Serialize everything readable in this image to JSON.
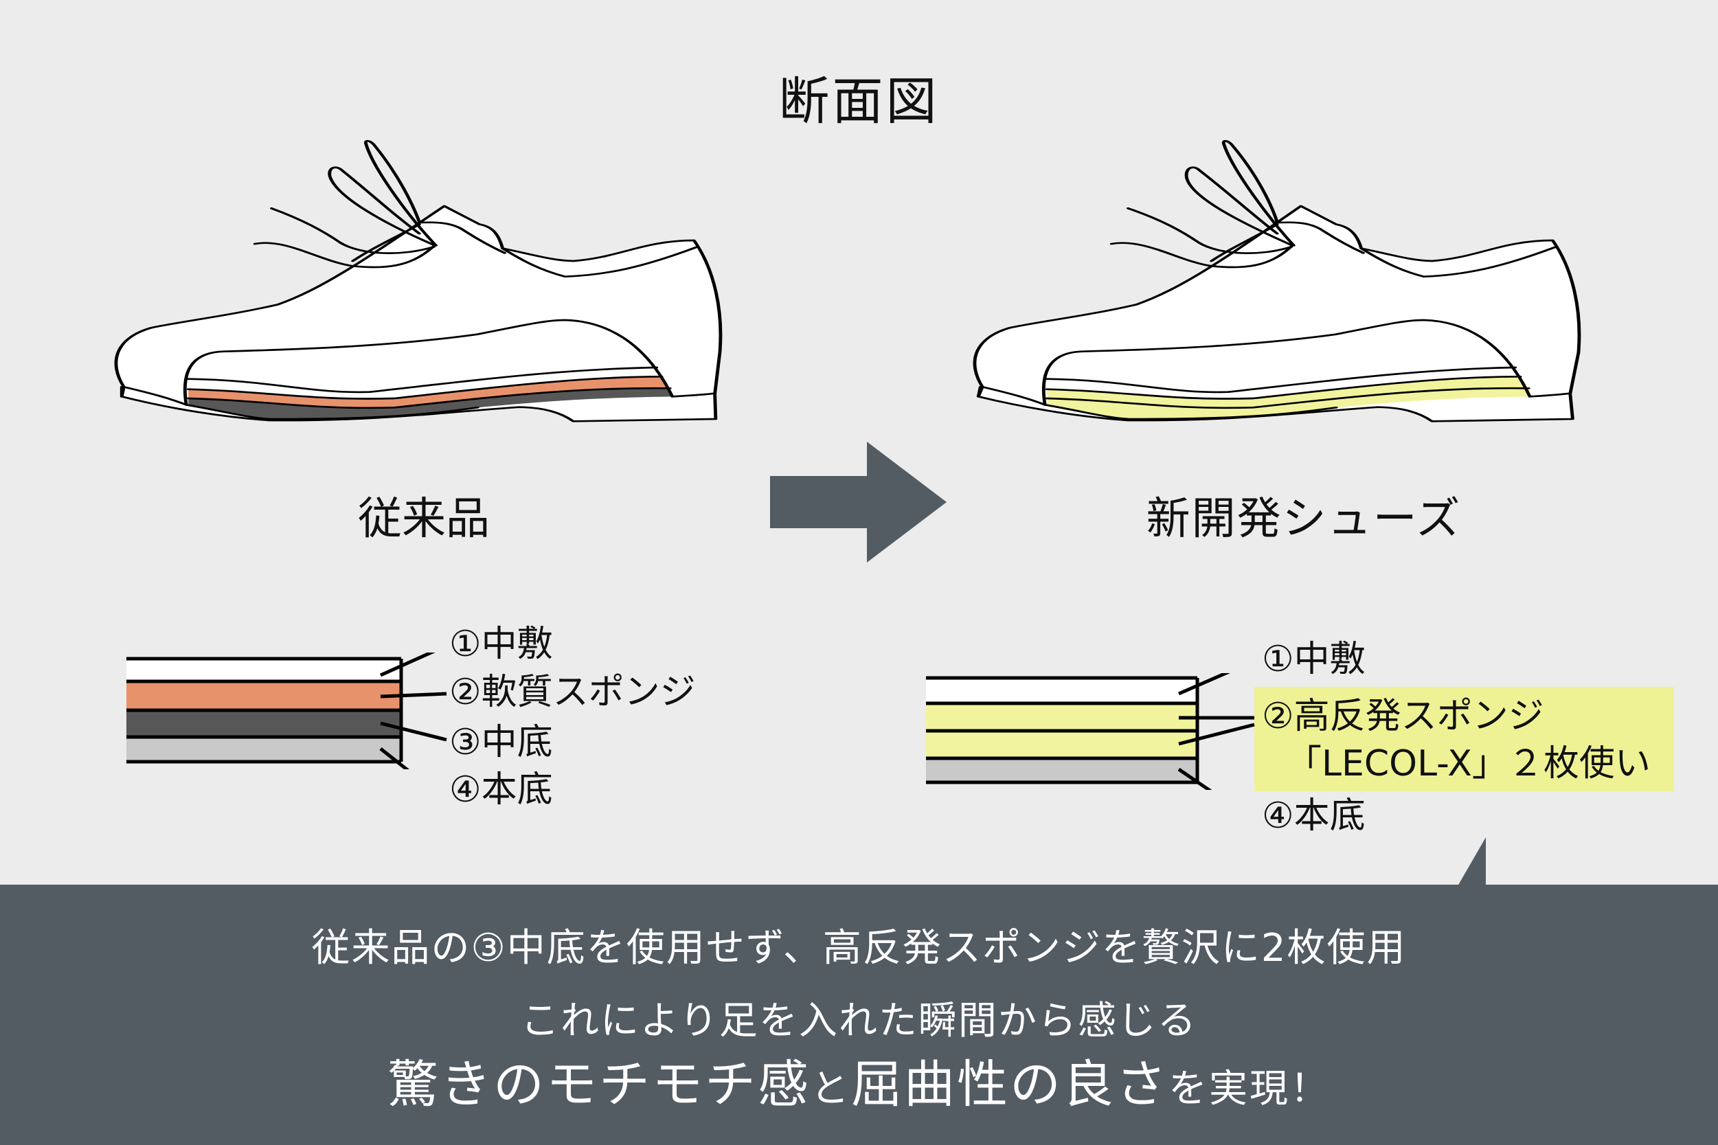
{
  "title": "断面図",
  "colors": {
    "background": "#ececec",
    "banner": "#535b63",
    "arrow": "#535b63",
    "insole": "#ffffff",
    "soft_sponge": "#e8926c",
    "midsole": "#575757",
    "outsole": "#c9c9c9",
    "high_rebound_sponge": "#f1f39d",
    "highlight_box": "#eef294"
  },
  "before": {
    "caption": "従来品",
    "layers": [
      {
        "num": "①",
        "name": "中敷",
        "label": "①中敷"
      },
      {
        "num": "②",
        "name": "軟質スポンジ",
        "label": "②軟質スポンジ"
      },
      {
        "num": "③",
        "name": "中底",
        "label": "③中底"
      },
      {
        "num": "④",
        "name": "本底",
        "label": "④本底"
      }
    ]
  },
  "after": {
    "caption": "新開発シューズ",
    "layers": [
      {
        "num": "①",
        "name": "中敷",
        "label": "①中敷"
      },
      {
        "num": "②",
        "name": "高反発スポンジ",
        "label": "②高反発スポンジ",
        "sub_label": "「LECOL-X」２枚使い"
      },
      {
        "num": "④",
        "name": "本底",
        "label": "④本底"
      }
    ]
  },
  "banner": {
    "line1": "従来品の③中底を使用せず、高反発スポンジを贅沢に2枚使用",
    "line2": "これにより足を入れた瞬間から感じる",
    "line3_parts": {
      "a": "驚きのモチモチ感",
      "b": "と",
      "c": "屈曲性の良さ",
      "d": "を実現！"
    }
  },
  "icons": {
    "arrow": "right-arrow-icon",
    "shoe_before": "shoe-icon",
    "shoe_after": "shoe-icon"
  }
}
